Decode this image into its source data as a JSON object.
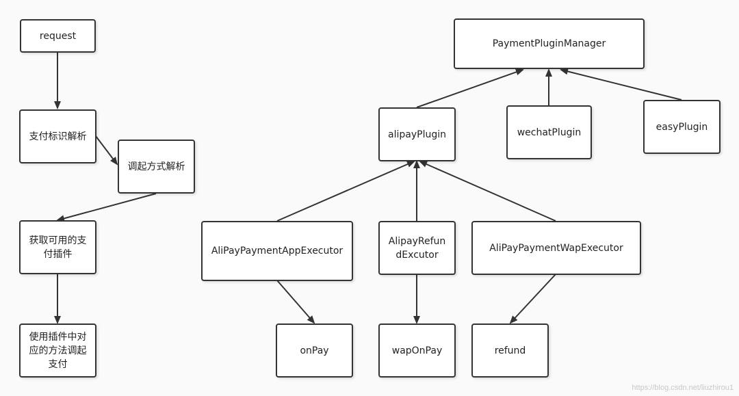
{
  "nodes": {
    "request": "request",
    "zhifu_biaoshi": "支付标识解析",
    "tiaoqi_fangshi": "调起方式解析",
    "huoqu_chajian": "获取可用的支付插件",
    "shiyong_chajian": "使用插件中对应的方法调起支付",
    "manager": "PaymentPluginManager",
    "alipay_plugin": "alipayPlugin",
    "wechat_plugin": "wechatPlugin",
    "easy_plugin": "easyPlugin",
    "app_executor": "AliPayPaymentAppExecutor",
    "refund_executor": "AlipayRefundExcutor",
    "wap_executor": "AliPayPaymentWapExecutor",
    "on_pay": "onPay",
    "wap_on_pay": "wapOnPay",
    "refund": "refund"
  },
  "watermark": "https://blog.csdn.net/liuzhirou1",
  "colors": {
    "line": "#333333",
    "border": "#333333",
    "background": "#fafafa"
  }
}
